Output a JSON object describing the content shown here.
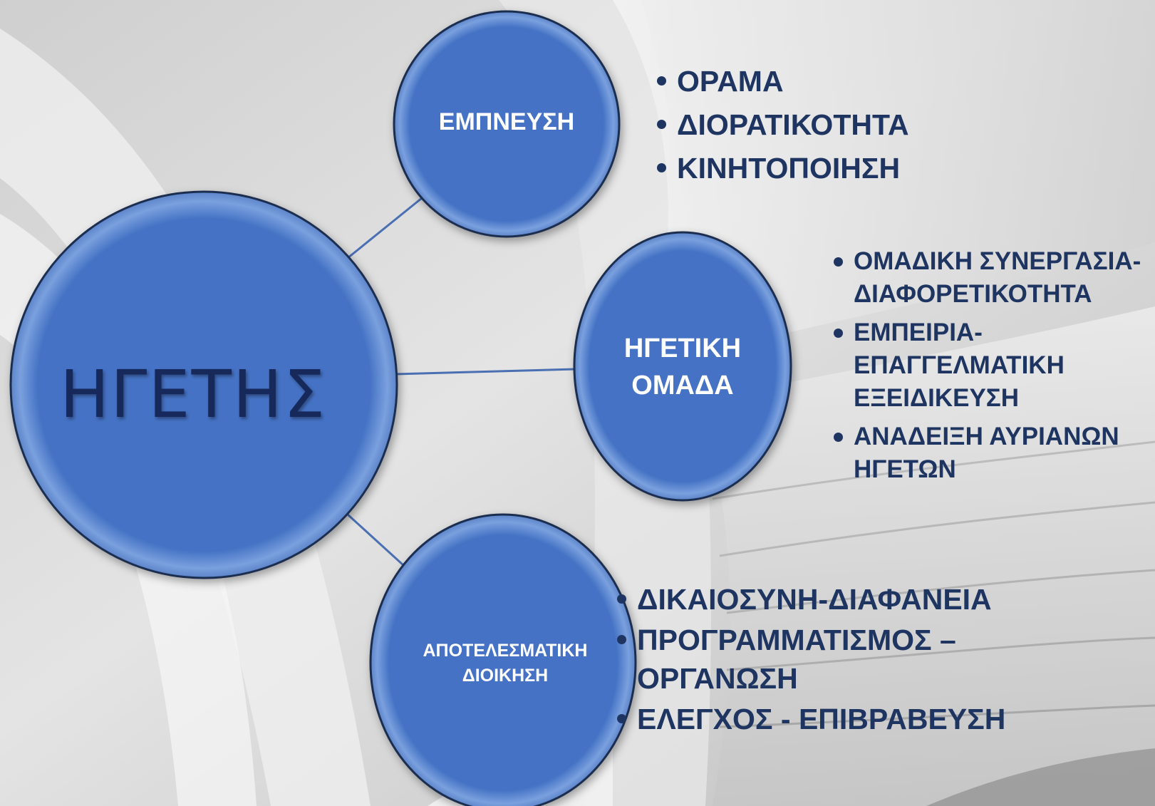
{
  "colors": {
    "node_fill": "#4472c4",
    "node_fill_light": "#6c93d6",
    "node_outline": "#1c2d4f",
    "connector": "#4a6fb2",
    "bullet_text": "#1f3561",
    "main_text": "#16295a"
  },
  "center": {
    "label": "ΗΓΕΤΗΣ"
  },
  "inspiration": {
    "label": "ΕΜΠΝΕΥΣΗ",
    "bullets": [
      "ΟΡΑΜΑ",
      "ΔΙΟΡΑΤΙΚΟΤΗΤΑ",
      "ΚΙΝΗΤΟΠΟΙΗΣΗ"
    ]
  },
  "team": {
    "label_line1": "ΗΓΕΤΙΚΗ",
    "label_line2": "ΟΜΑΔΑ",
    "bullets": [
      {
        "line1": "ΟΜΑΔΙΚΗ ΣΥΝΕΡΓΑΣΙΑ-",
        "line2": "ΔΙΑΦΟΡΕΤΙΚΟΤΗΤΑ"
      },
      {
        "line1": "ΕΜΠΕΙΡΙΑ-",
        "line2": "ΕΠΑΓΓΕΛΜΑΤΙΚΗ",
        "line3": "ΕΞΕΙΔΙΚΕΥΣΗ"
      },
      {
        "line1": "ΑΝΑΔΕΙΞΗ ΑΥΡΙΑΝΩΝ",
        "line2": "ΗΓΕΤΩΝ"
      }
    ]
  },
  "admin": {
    "label_line1": "ΑΠΟΤΕΛΕΣΜΑΤΙΚΗ",
    "label_line2": "ΔΙΟΙΚΗΣΗ",
    "bullets": [
      {
        "line1": "ΔΙΚΑΙΟΣΥΝΗ-ΔΙΑΦΑΝΕΙΑ"
      },
      {
        "line1": "ΠΡΟΓΡΑΜΜΑΤΙΣΜΟΣ –",
        "line2": "ΟΡΓΑΝΩΣΗ"
      },
      {
        "line1": "ΕΛΕΓΧΟΣ - ΕΠΙΒΡΑΒΕΥΣΗ"
      }
    ]
  }
}
